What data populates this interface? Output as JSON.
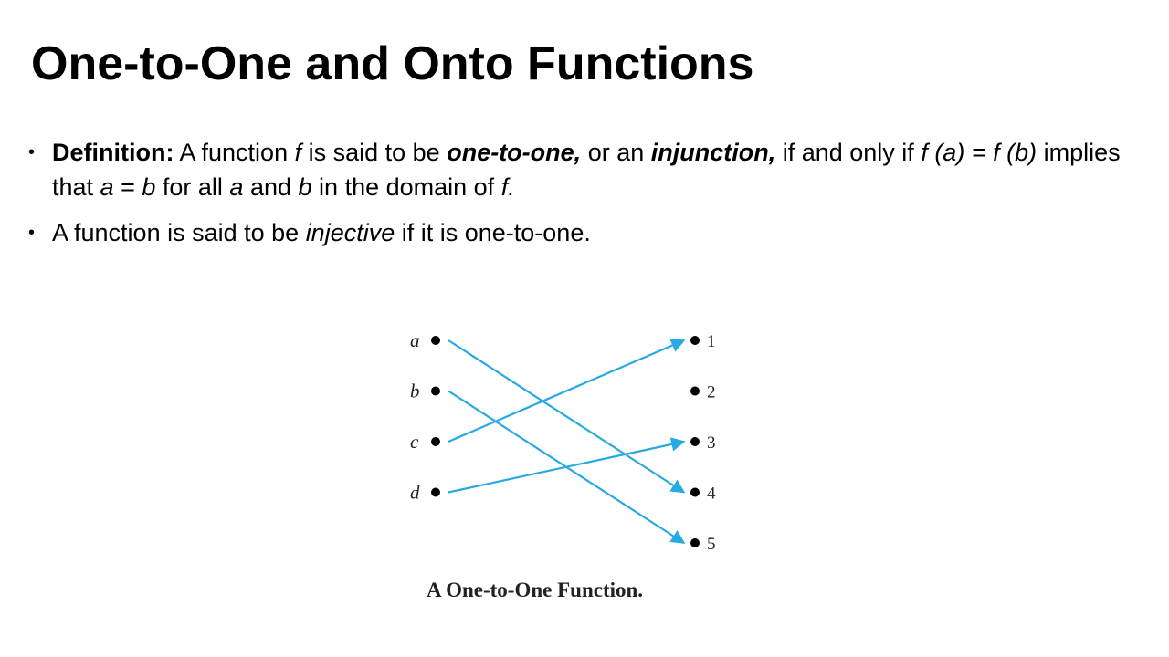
{
  "slide": {
    "title": "One-to-One and Onto Functions"
  },
  "bullets": [
    {
      "runs": [
        {
          "text": "Definition:",
          "style": "bold"
        },
        {
          "text": " A function ",
          "style": "normal"
        },
        {
          "text": "f",
          "style": "italic"
        },
        {
          "text": " is said to be ",
          "style": "normal"
        },
        {
          "text": "one-to-one,",
          "style": "bold-italic"
        },
        {
          "text": " or an ",
          "style": "normal"
        },
        {
          "text": "injunction,",
          "style": "bold-italic"
        },
        {
          "text": " if and only if ",
          "style": "normal"
        },
        {
          "text": "f (a) = f (b)",
          "style": "italic"
        },
        {
          "text": " implies that ",
          "style": "normal"
        },
        {
          "text": "a",
          "style": "italic"
        },
        {
          "text": " = ",
          "style": "normal"
        },
        {
          "text": "b",
          "style": "italic"
        },
        {
          "text": " for all ",
          "style": "normal"
        },
        {
          "text": "a",
          "style": "italic"
        },
        {
          "text": " and ",
          "style": "normal"
        },
        {
          "text": "b",
          "style": "italic"
        },
        {
          "text": " in the domain of ",
          "style": "normal"
        },
        {
          "text": "f.",
          "style": "italic"
        }
      ]
    },
    {
      "runs": [
        {
          "text": "A function is said to be ",
          "style": "normal"
        },
        {
          "text": "injective",
          "style": "italic"
        },
        {
          "text": " if it is one-to-one.",
          "style": "normal"
        }
      ]
    }
  ],
  "bullet_glyph": "•",
  "diagram": {
    "domain": [
      "a",
      "b",
      "c",
      "d"
    ],
    "codomain": [
      "1",
      "2",
      "3",
      "4",
      "5"
    ],
    "mapping": [
      {
        "from": "a",
        "to": "4"
      },
      {
        "from": "b",
        "to": "5"
      },
      {
        "from": "c",
        "to": "1"
      },
      {
        "from": "d",
        "to": "3"
      }
    ],
    "caption": "A One-to-One Function.",
    "arrow_color": "#29a9e1",
    "dot_color": "#000000"
  }
}
